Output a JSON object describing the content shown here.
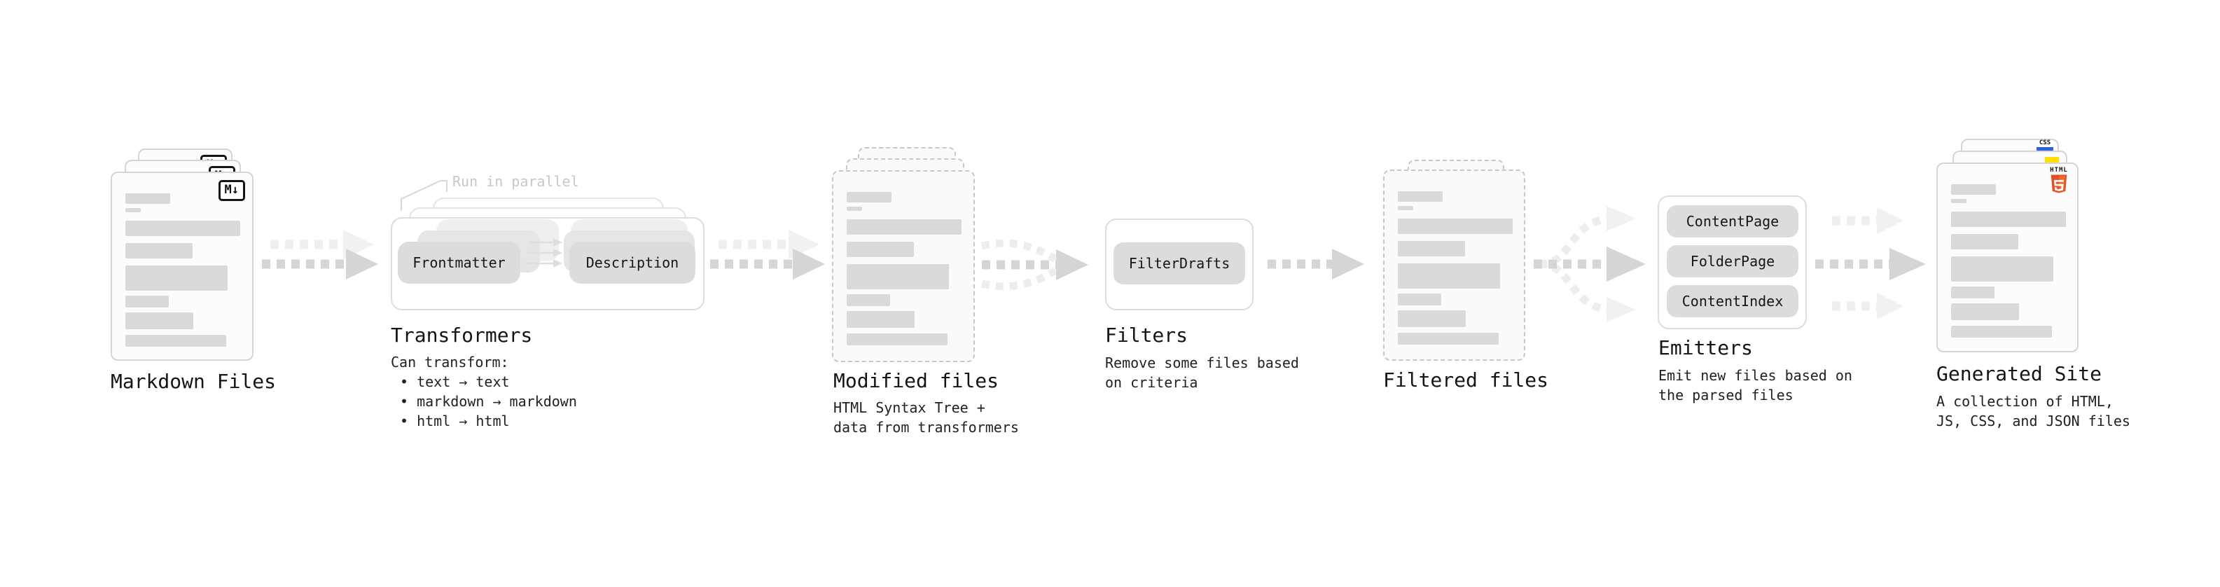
{
  "markdown_files": {
    "title": "Markdown Files",
    "badge_label": "M↓"
  },
  "transformers": {
    "annotation": "Run in parallel",
    "box_left": "Frontmatter",
    "box_right": "Description",
    "title": "Transformers",
    "caption_title": "Can transform:",
    "bullets": [
      "• text → text",
      "• markdown → markdown",
      "• html → html"
    ]
  },
  "modified_files": {
    "title": "Modified files",
    "caption_lines": [
      "HTML Syntax Tree +",
      "data from transformers"
    ]
  },
  "filters": {
    "box": "FilterDrafts",
    "title": "Filters",
    "caption_lines": [
      "Remove some files based",
      "on criteria"
    ]
  },
  "filtered_files": {
    "title": "Filtered files"
  },
  "emitters": {
    "boxes": [
      "ContentPage",
      "FolderPage",
      "ContentIndex"
    ],
    "title": "Emitters",
    "caption_lines": [
      "Emit new files based on",
      "the parsed files"
    ]
  },
  "generated_site": {
    "title": "Generated Site",
    "caption_lines": [
      "A collection of HTML,",
      "JS, CSS, and JSON files"
    ],
    "css_badge": "CSS",
    "html_badge": "HTML"
  },
  "colors": {
    "background": "#ffffff",
    "doc_border": "#d4d4d4",
    "placeholder_bar": "#d9d9d9",
    "box_gray": "#dcdcdc",
    "arrow_dark": "#d5d5d5",
    "arrow_light": "#eeeeee",
    "annotation_gray": "#c7c7c7",
    "markdown_badge": "#141414",
    "js_yellow": "#ffdf00",
    "css_blue": "#2b5fe3",
    "html5_orange": "#e44d26",
    "html5_orange_light": "#f16529"
  }
}
